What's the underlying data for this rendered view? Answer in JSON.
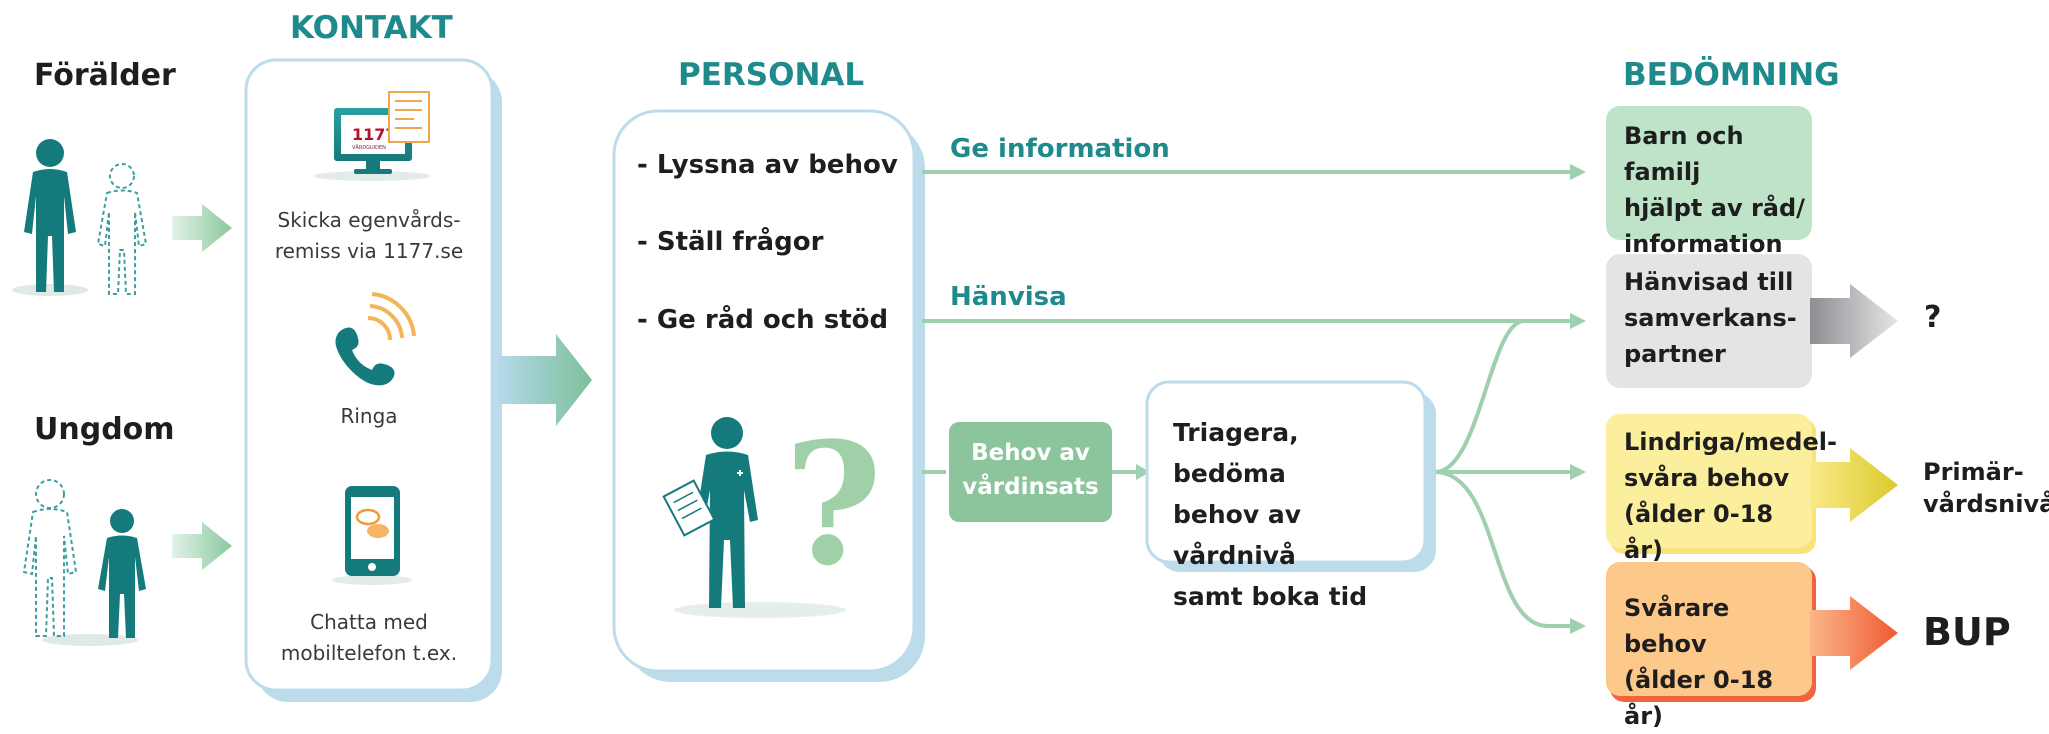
{
  "headers": {
    "kontakt": "KONTAKT",
    "personal": "PERSONAL",
    "bedomning": "BEDÖMNING"
  },
  "persons": {
    "foralder": "Förälder",
    "ungdom": "Ungdom"
  },
  "contact_channels": [
    {
      "icon": "computer-1177-icon",
      "screen_text": "1177",
      "screen_subtext": "VÅRDGUIDEN",
      "line1": "Skicka egenvårds-",
      "line2": "remiss via 1177.se"
    },
    {
      "icon": "phone-ringing-icon",
      "line1": "Ringa"
    },
    {
      "icon": "mobile-chat-icon",
      "line1": "Chatta med",
      "line2": "mobiltelefon t.ex."
    }
  ],
  "personal_steps": [
    "- Lyssna av behov",
    "- Ställ frågor",
    "- Ge råd och stöd"
  ],
  "question_mark": "?",
  "flows": {
    "ge_information": "Ge information",
    "hanvisa": "Hänvisa",
    "behov_line1": "Behov av",
    "behov_line2": "vårdinsats"
  },
  "triage": {
    "line1": "Triagera, bedöma",
    "line2": "behov av vårdnivå",
    "line3": "samt boka tid"
  },
  "assessments": [
    {
      "lines": [
        "Barn och familj",
        "hjälpt av råd/",
        "information"
      ],
      "color": "#bfe3c8"
    },
    {
      "lines": [
        "Hänvisad till",
        "samverkans-",
        "partner"
      ],
      "color": "#e3e4e6"
    },
    {
      "lines": [
        "Lindriga/medel-",
        "svåra behov",
        "(ålder 0-18 år)"
      ],
      "color": "#fbee9d"
    },
    {
      "lines": [
        "Svårare behov",
        "(ålder 0-18 år)"
      ],
      "color": "#fcc98a"
    }
  ],
  "outcomes": {
    "unknown": "?",
    "primar_line1": "Primär-",
    "primar_line2": "vårdsnivå",
    "bup": "BUP"
  },
  "colors": {
    "teal": "#1f8a8c",
    "light_blue": "#bcdcec",
    "green_arrow": "#9ecfae",
    "behov_badge": "#8cc49c",
    "orange_arrow": "#f0663a",
    "yellow_arrow": "#e6d94a",
    "grey_arrow": "#b8b8bc"
  }
}
